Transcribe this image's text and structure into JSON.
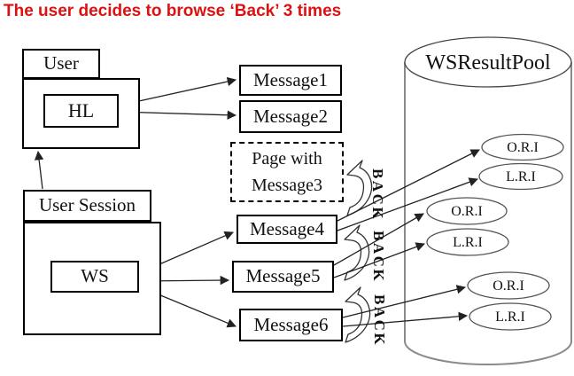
{
  "title": "The user decides to browse ‘Back’ 3 times",
  "colors": {
    "title": "#dd1111",
    "line": "#222222",
    "cylinder": "#8a8a8a",
    "background": "#ffffff"
  },
  "folders": {
    "user": {
      "tab_label": "User",
      "inner_label": "HL"
    },
    "user_session": {
      "tab_label": "User Session",
      "inner_label": "WS"
    }
  },
  "messages": {
    "message1": "Message1",
    "message2": "Message2",
    "page_with_message3": "Page with Message3",
    "message4": "Message4",
    "message5": "Message5",
    "message6": "Message6"
  },
  "pool": {
    "title": "WSResultPool",
    "items": [
      {
        "label": "O.R.I"
      },
      {
        "label": "L.R.I"
      },
      {
        "label": "O.R.I"
      },
      {
        "label": "L.R.I"
      },
      {
        "label": "O.R.I"
      },
      {
        "label": "L.R.I"
      }
    ]
  },
  "back_labels": [
    "BACK",
    "BACK",
    "BACK"
  ]
}
